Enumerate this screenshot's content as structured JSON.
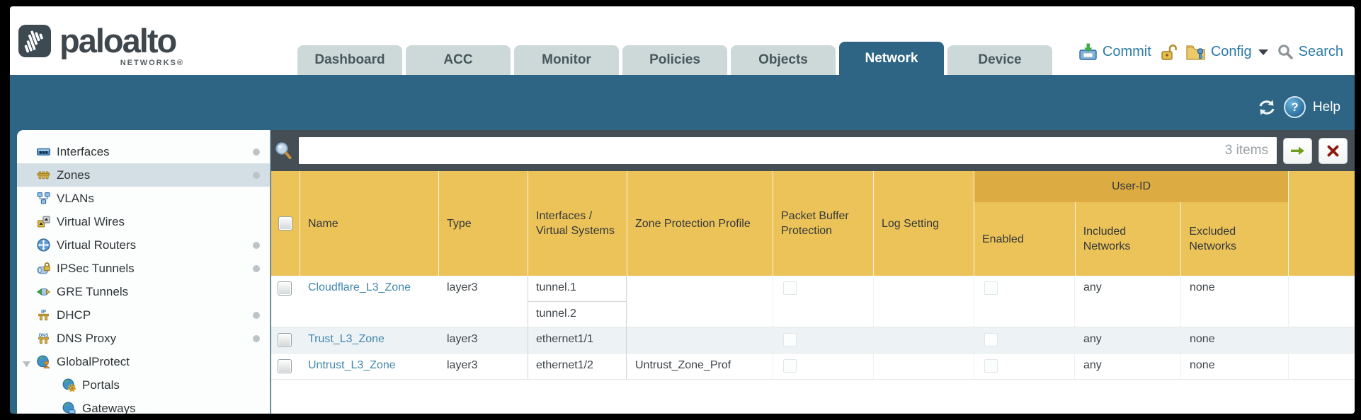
{
  "brand": {
    "wordmark": "paloalto",
    "subtitle": "NETWORKS®"
  },
  "tabs": [
    {
      "label": "Dashboard",
      "active": false
    },
    {
      "label": "ACC",
      "active": false
    },
    {
      "label": "Monitor",
      "active": false
    },
    {
      "label": "Policies",
      "active": false
    },
    {
      "label": "Objects",
      "active": false
    },
    {
      "label": "Network",
      "active": true
    },
    {
      "label": "Device",
      "active": false
    }
  ],
  "top_actions": {
    "commit": "Commit",
    "config": "Config",
    "search": "Search"
  },
  "band": {
    "help": "Help"
  },
  "sidebar": {
    "items": [
      {
        "label": "Interfaces",
        "dot": true
      },
      {
        "label": "Zones",
        "dot": true,
        "selected": true
      },
      {
        "label": "VLANs"
      },
      {
        "label": "Virtual Wires"
      },
      {
        "label": "Virtual Routers",
        "dot": true
      },
      {
        "label": "IPSec Tunnels",
        "dot": true
      },
      {
        "label": "GRE Tunnels"
      },
      {
        "label": "DHCP",
        "dot": true
      },
      {
        "label": "DNS Proxy",
        "dot": true
      },
      {
        "label": "GlobalProtect",
        "expandable": true
      },
      {
        "label": "Portals",
        "child": true
      },
      {
        "label": "Gateways",
        "child": true
      }
    ]
  },
  "filter": {
    "value": "",
    "items_count": "3 items"
  },
  "table": {
    "group_header": "User-ID",
    "columns": {
      "name": "Name",
      "type": "Type",
      "interfaces": "Interfaces / Virtual Systems",
      "zone_protection": "Zone Protection Profile",
      "packet_buffer": "Packet Buffer Protection",
      "log_setting": "Log Setting",
      "enabled": "Enabled",
      "included": "Included Networks",
      "excluded": "Excluded Networks"
    },
    "rows": [
      {
        "name": "Cloudflare_L3_Zone",
        "type": "layer3",
        "interfaces": [
          "tunnel.1",
          "tunnel.2"
        ],
        "zone_protection": "",
        "log_setting": "",
        "included": "any",
        "excluded": "none"
      },
      {
        "name": "Trust_L3_Zone",
        "type": "layer3",
        "interfaces": [
          "ethernet1/1"
        ],
        "zone_protection": "",
        "log_setting": "",
        "included": "any",
        "excluded": "none"
      },
      {
        "name": "Untrust_L3_Zone",
        "type": "layer3",
        "interfaces": [
          "ethernet1/2"
        ],
        "zone_protection": "Untrust_Zone_Prof",
        "log_setting": "",
        "included": "any",
        "excluded": "none"
      }
    ]
  },
  "colors": {
    "band_teal": "#2e6584",
    "header_orange": "#ecc358",
    "user_id_amber": "#dcab41",
    "link_blue": "#4187ac",
    "action_blue": "#2e7ba6",
    "filter_charcoal": "#454e54",
    "selected_row": "#d3dfe4",
    "alt_row": "#edf2f5"
  }
}
